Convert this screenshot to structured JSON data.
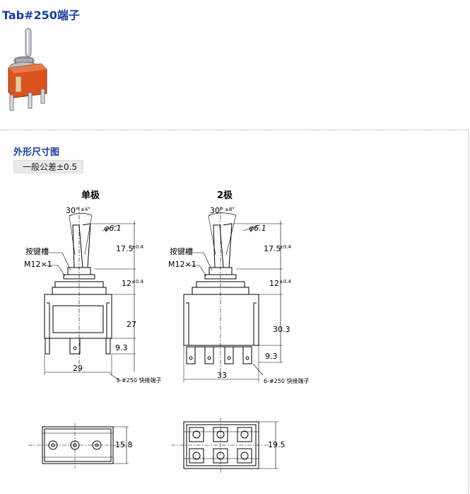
{
  "header": {
    "title": "Tab#250端子"
  },
  "spec": {
    "section_title": "外形尺寸图",
    "tolerance": "一般公差±0.5"
  },
  "single_pole": {
    "label": "单极",
    "angle": "30°",
    "angle_tol": "±4°",
    "diameter": "φ6.1",
    "lever_height": "17.5",
    "lever_height_tol": "±0.4",
    "groove_label": "按键槽",
    "thread_label": "M12×1",
    "bushing_height": "12",
    "bushing_height_tol": "±0.4",
    "body_height": "27",
    "terminal_height": "9.3",
    "width": "29",
    "terminal_note": "3-#250  快接端子",
    "depth": "15.8"
  },
  "double_pole": {
    "label": "2极",
    "angle": "30°",
    "angle_tol": "±8°",
    "diameter": "φ6.1",
    "lever_height": "17.5",
    "lever_height_tol": "±0.4",
    "groove_label": "按键槽",
    "thread_label": "M12×1",
    "bushing_height": "12",
    "bushing_height_tol": "±0.4",
    "body_height": "30.3",
    "terminal_height": "9.3",
    "width": "33",
    "terminal_note": "6-#250  快接端子",
    "depth": "19.5"
  },
  "colors": {
    "title_blue": "#1a3d9c",
    "photo_body": "#d9541e"
  }
}
